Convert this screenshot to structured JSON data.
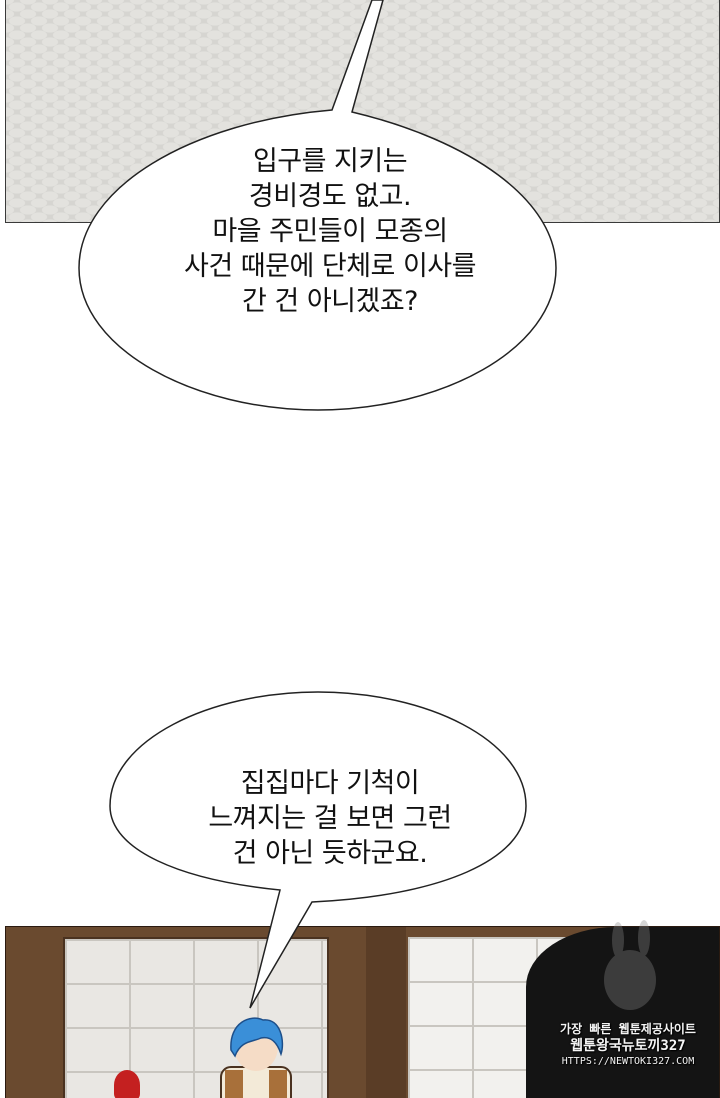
{
  "bubbles": [
    {
      "lines": [
        "입구를 지키는",
        "경비경도 없고.",
        "마을 주민들이 모종의",
        "사건 때문에 단체로 이사를",
        "간 건 아니겠죠?"
      ]
    },
    {
      "lines": [
        "집집마다 기척이",
        "느껴지는 걸 보면 그런",
        "건 아닌 듯하군요."
      ]
    }
  ],
  "watermark": {
    "line1": "가장 빠른 웹툰제공사이트",
    "line2": "웹툰왕국뉴토끼327",
    "line3": "HTTPS://NEWTOKI327.COM"
  },
  "colors": {
    "cobblestone": "#d6d5d1",
    "wood": "#6a4a2f",
    "hair": "#3a8fd8",
    "bubble_fill": "#ffffff",
    "bubble_stroke": "#222222"
  }
}
